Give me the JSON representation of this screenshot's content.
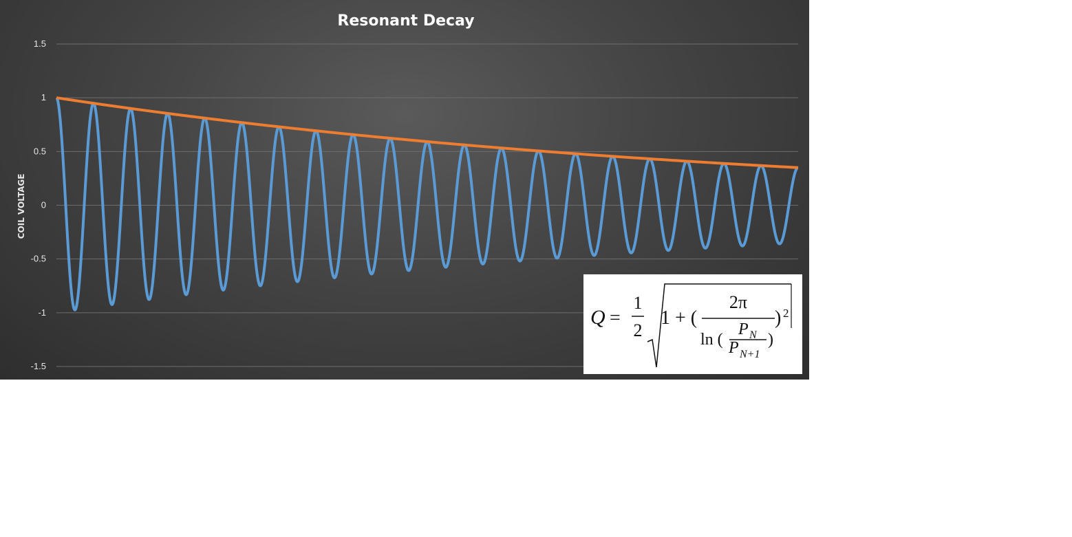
{
  "chart_data": {
    "type": "line",
    "title": "Resonant Decay",
    "xlabel": "",
    "ylabel": "COIL VOLTAGE",
    "ylim": [
      -1.5,
      1.5
    ],
    "yticks": [
      1.5,
      1,
      0.5,
      0,
      -0.5,
      -1,
      -1.5
    ],
    "ytick_labels": [
      "1.5",
      "1",
      "0.5",
      "0",
      "-0.5",
      "-1",
      "-1.5"
    ],
    "grid": true,
    "legend": "none",
    "x_range": [
      0,
      20
    ],
    "series": [
      {
        "kind": "damped_cosine",
        "color": "#5b9bd5",
        "amplitude_start": 1.0,
        "amplitude_end": 0.35,
        "cycles": 20,
        "peaks": [
          1.0,
          0.95,
          0.9,
          0.85,
          0.8,
          0.76,
          0.72,
          0.68,
          0.65,
          0.61,
          0.58,
          0.55,
          0.52,
          0.5,
          0.47,
          0.45,
          0.43,
          0.4,
          0.38,
          0.36,
          0.35
        ]
      },
      {
        "kind": "exponential_envelope",
        "color": "#ed7d31",
        "start": 1.0,
        "end": 0.35
      }
    ]
  },
  "formula": {
    "lhs": "Q",
    "equals": "=",
    "frac_num": "1",
    "frac_den": "2",
    "one_plus": "1 + (",
    "two_pi": "2π",
    "ln": "ln (",
    "p_n": "P",
    "p_n_sub": "N",
    "p_n1": "P",
    "p_n1_sub": "N+1",
    "close_inner": ")",
    "close_outer": ")",
    "power": "2"
  }
}
